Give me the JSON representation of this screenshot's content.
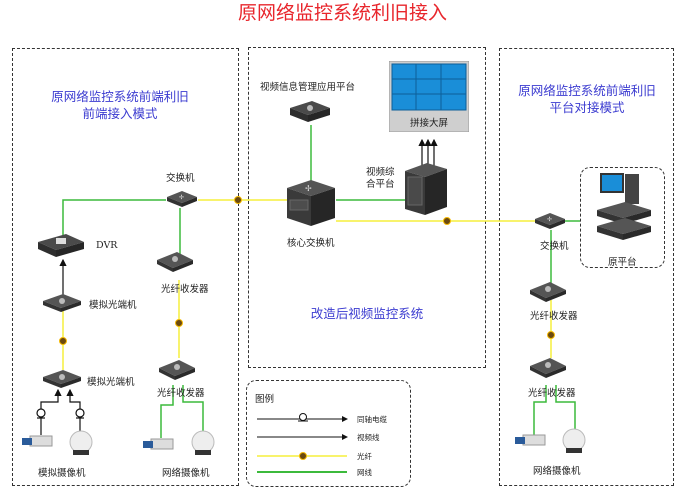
{
  "title": "原网络监控系统利旧接入",
  "colors": {
    "title": "#e8262c",
    "region_title": "#3b3bd0",
    "fiber": "#f5ef3c",
    "network": "#3cba3c",
    "video": "#111111"
  },
  "regions": {
    "left": {
      "title_line1": "原网络监控系统前端利旧",
      "title_line2": "前端接入模式"
    },
    "center": {
      "title": "改造后视频监控系统"
    },
    "right": {
      "title_line1": "原网络监控系统前端利旧",
      "title_line2": "平台对接模式"
    }
  },
  "devices": {
    "left_switch": "交换机",
    "dvr": "DVR",
    "analog_optical_1": "模拟光端机",
    "analog_optical_2": "模拟光端机",
    "analog_cameras": "模拟摄像机",
    "left_fiber_transceiver_1": "光纤收发器",
    "left_fiber_transceiver_2": "光纤收发器",
    "left_network_cameras": "网络摄像机",
    "vms_platform": "视频信息管理应用平台",
    "video_wall": "拼接大屏",
    "video_integrated_platform_line1": "视频综",
    "video_integrated_platform_line2": "合平台",
    "core_switch": "核心交换机",
    "right_switch": "交换机",
    "old_platform": "原平台",
    "right_fiber_transceiver_1": "光纤收发器",
    "right_fiber_transceiver_2": "光纤收发器",
    "right_network_cameras": "网络摄像机"
  },
  "legend": {
    "title": "图例",
    "items": [
      {
        "label": "同轴电缆",
        "type": "coax-icon"
      },
      {
        "label": "视频线",
        "type": "video-line"
      },
      {
        "label": "光纤",
        "type": "fiber-line"
      },
      {
        "label": "网线",
        "type": "network-line"
      }
    ]
  }
}
